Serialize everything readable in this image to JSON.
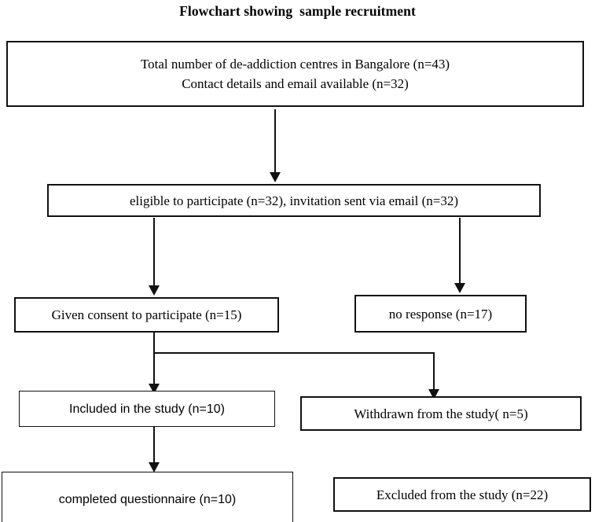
{
  "title": "Flowchart showing  sample recruitment",
  "diagram": {
    "type": "flowchart",
    "orientation": "top-to-bottom",
    "nodes": [
      {
        "id": "total-centres",
        "label": "Total number of de-addiction centres in Bangalore (n=43)\nContact details and email available (n=32)",
        "count_primary": 43,
        "count_secondary": 32
      },
      {
        "id": "eligible",
        "label": "eligible to participate (n=32), invitation sent via email (n=32)",
        "count_primary": 32
      },
      {
        "id": "given-consent",
        "label": "Given consent to participate (n=15)",
        "count_primary": 15
      },
      {
        "id": "no-response",
        "label": "no response (n=17)",
        "count_primary": 17
      },
      {
        "id": "included",
        "label": "Included in the study (n=10)",
        "count_primary": 10
      },
      {
        "id": "withdrawn",
        "label": "Withdrawn from the study( n=5)",
        "count_primary": 5
      },
      {
        "id": "completed",
        "label": "completed questionnaire (n=10)",
        "count_primary": 10
      },
      {
        "id": "excluded",
        "label": "Excluded from the study (n=22)",
        "count_primary": 22
      }
    ],
    "edges": [
      {
        "from": "total-centres",
        "to": "eligible"
      },
      {
        "from": "eligible",
        "to": "given-consent"
      },
      {
        "from": "eligible",
        "to": "no-response"
      },
      {
        "from": "given-consent",
        "to": "included"
      },
      {
        "from": "given-consent",
        "to": "withdrawn"
      },
      {
        "from": "included",
        "to": "completed"
      }
    ],
    "colors": {
      "stroke": "#111111",
      "fill": "#ffffff",
      "text": "#000000"
    }
  }
}
